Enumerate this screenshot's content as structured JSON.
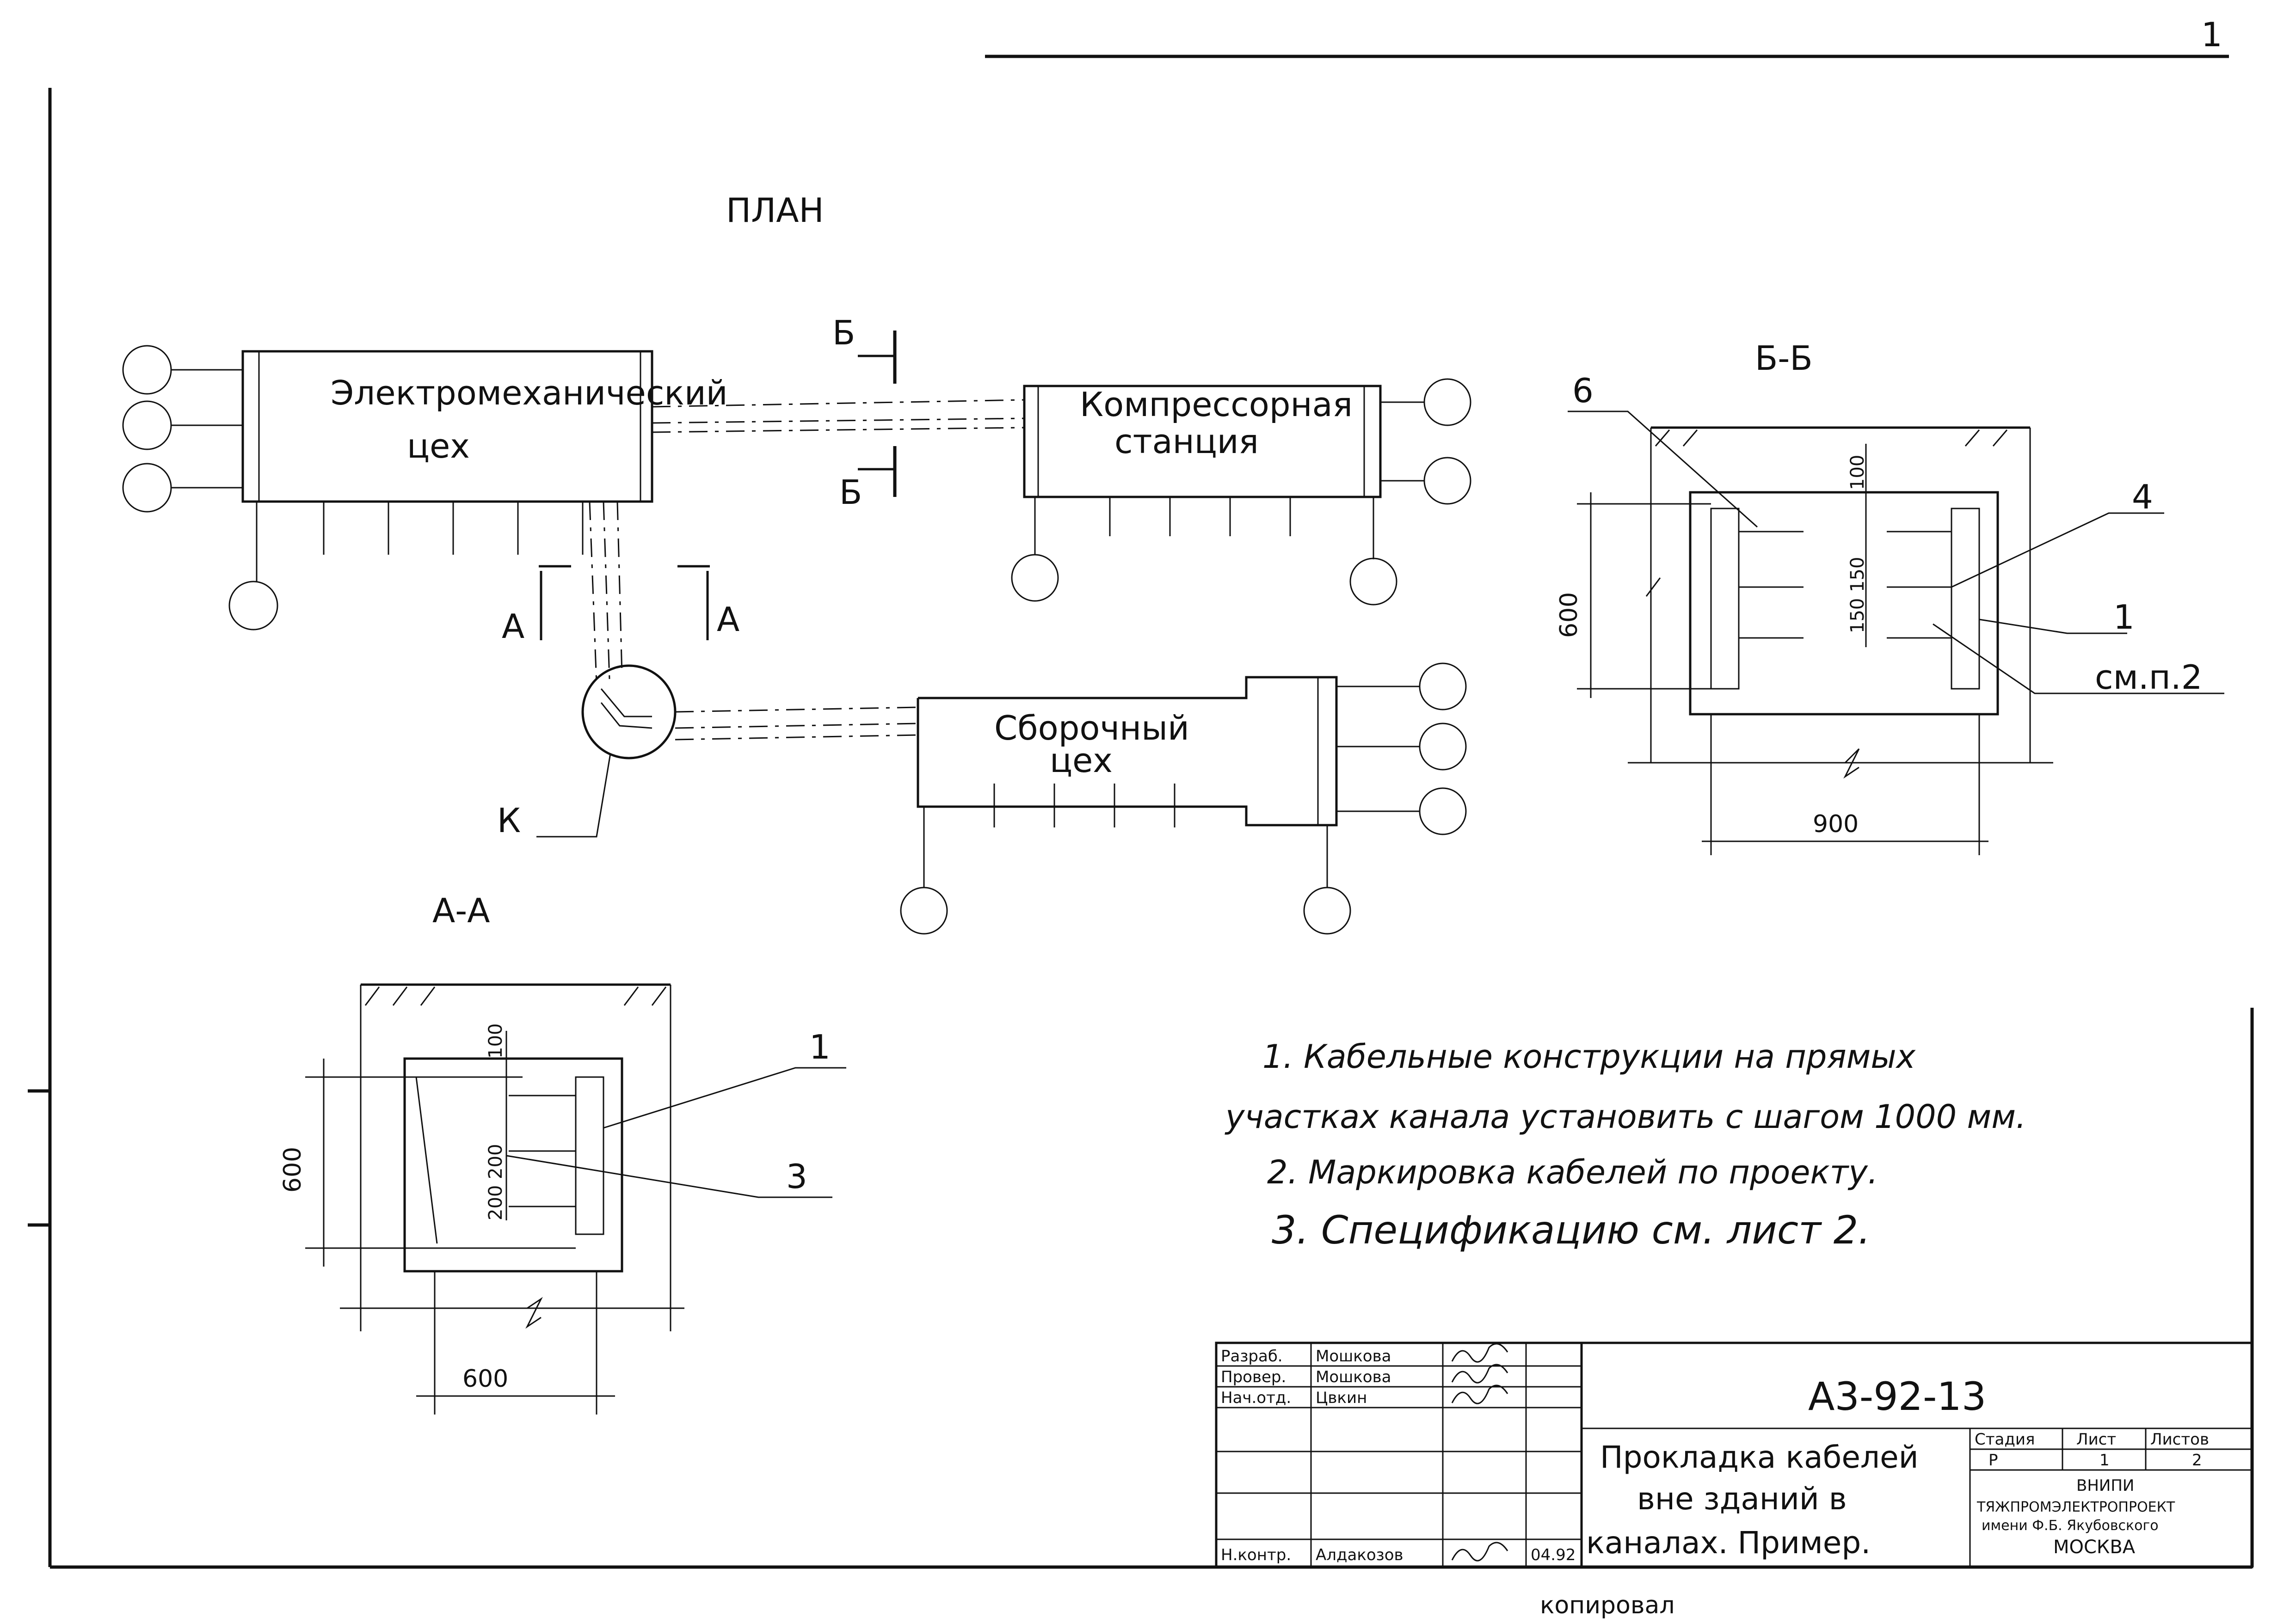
{
  "page_number": "1",
  "plan": {
    "title": "ПЛАН",
    "buildings": {
      "electromech_line1": "Электромеханический",
      "electromech_line2": "цех",
      "compressor_line1": "Компрессорная",
      "compressor_line2": "станция",
      "assembly_line1": "Сборочный",
      "assembly_line2": "цех"
    },
    "section_marks": {
      "a": "А",
      "b": "Б"
    },
    "node_label": "К"
  },
  "section_aa": {
    "title": "А-А",
    "dims": {
      "width": "600",
      "height": "600",
      "top": "100",
      "shelves": "200 200"
    },
    "callouts": [
      "1",
      "3"
    ]
  },
  "section_bb": {
    "title": "Б-Б",
    "dims": {
      "width": "900",
      "height": "600",
      "top": "100",
      "shelves": "150 150"
    },
    "callouts": [
      "6",
      "4",
      "1",
      "см.п.2"
    ]
  },
  "notes": [
    "1. Кабельные конструкции на прямых",
    "участках канала установить с шагом 1000 мм.",
    "2. Маркировка кабелей по проекту.",
    "3. Спецификацию см. лист 2."
  ],
  "title_block": {
    "doc_code": "А3-92-13",
    "title_line1": "Прокладка кабелей",
    "title_line2": "вне зданий в",
    "title_line3": "каналах. Пример.",
    "rows": [
      {
        "role": "Разраб.",
        "name": "Мошкова"
      },
      {
        "role": "Провер.",
        "name": "Мошкова"
      },
      {
        "role": "Нач.отд.",
        "name": "Цвкин"
      },
      {
        "role": "Н.контр.",
        "name": "Алдакозов"
      }
    ],
    "date": "04.92",
    "headers": {
      "stage": "Стадия",
      "sheet": "Лист",
      "sheets": "Листов"
    },
    "values": {
      "stage": "Р",
      "sheet": "1",
      "sheets": "2"
    },
    "org_line1": "ВНИПИ",
    "org_line2": "ТЯЖПРОМЭЛЕКТРОПРОЕКТ",
    "org_line3": "имени Ф.Б. Якубовского",
    "org_line4": "МОСКВА"
  },
  "footer_text": "копировал"
}
